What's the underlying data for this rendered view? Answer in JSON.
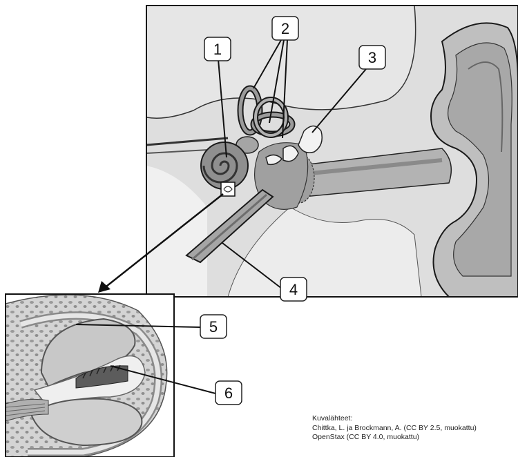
{
  "labels": {
    "n1": "1",
    "n2": "2",
    "n3": "3",
    "n4": "4",
    "n5": "5",
    "n6": "6"
  },
  "source": {
    "heading": "Kuvalähteet:",
    "line1": "Chittka, L. ja Brockmann, A. (CC BY 2.5, muokattu)",
    "line2": "OpenStax (CC BY 4.0, muokattu)"
  },
  "colors": {
    "light_gray": "#d9d9d9",
    "mid_gray": "#bdbdbd",
    "dark_gray": "#8c8c8c",
    "outline": "#1a1a1a"
  }
}
